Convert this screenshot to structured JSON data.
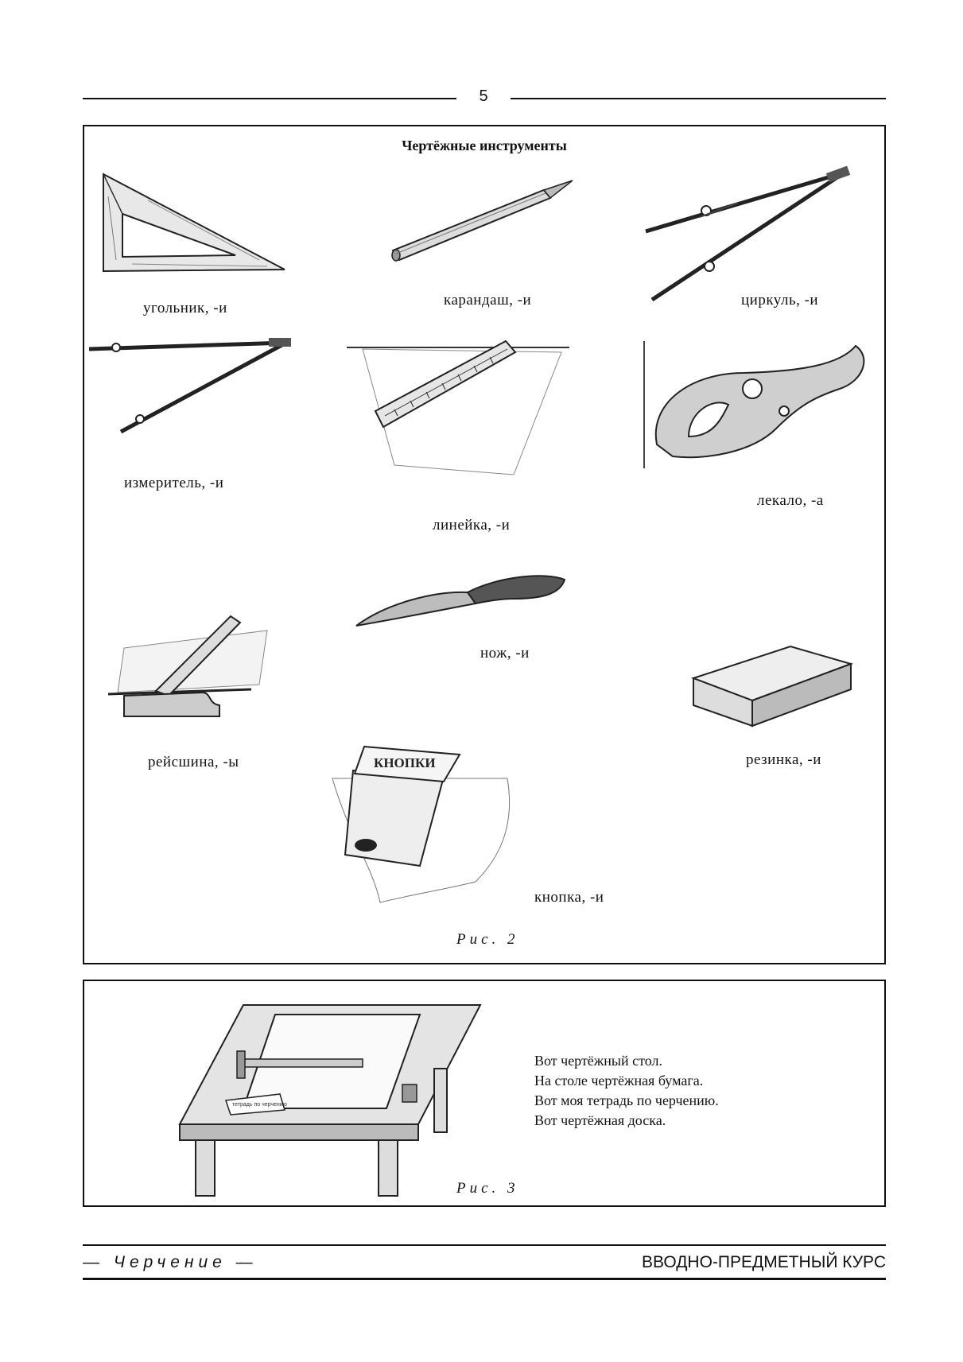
{
  "header": {
    "page_number": "5"
  },
  "figure2": {
    "title": "Чертёжные инструменты",
    "items": [
      {
        "caption": "угольник, -и",
        "icon": "set-square-icon"
      },
      {
        "caption": "карандаш, -и",
        "icon": "pencil-icon"
      },
      {
        "caption": "циркуль, -и",
        "icon": "compass-icon"
      },
      {
        "caption": "измеритель, -и",
        "icon": "divider-icon"
      },
      {
        "caption": "линейка, -и",
        "icon": "ruler-icon"
      },
      {
        "caption": "лекало, -а",
        "icon": "french-curve-icon"
      },
      {
        "caption": "нож, -и",
        "icon": "knife-icon"
      },
      {
        "caption": "рейсшина, -ы",
        "icon": "t-square-icon"
      },
      {
        "caption": "резинка, -и",
        "icon": "eraser-icon"
      },
      {
        "caption": "кнопка, -и",
        "icon": "thumbtack-box-icon"
      }
    ],
    "box_label": "КНОПКИ",
    "figure_label": "Рис. 2"
  },
  "figure3": {
    "lines": [
      "Вот чертёжный стол.",
      "На столе чертёжная бумага.",
      "Вот моя тетрадь по черчению.",
      "Вот чертёжная доска."
    ],
    "notebook_label": "тетрадь по черчению",
    "figure_label": "Рис. 3"
  },
  "footer": {
    "left": "— Черчение —",
    "right": "ВВОДНО-ПРЕДМЕТНЫЙ КУРС"
  }
}
